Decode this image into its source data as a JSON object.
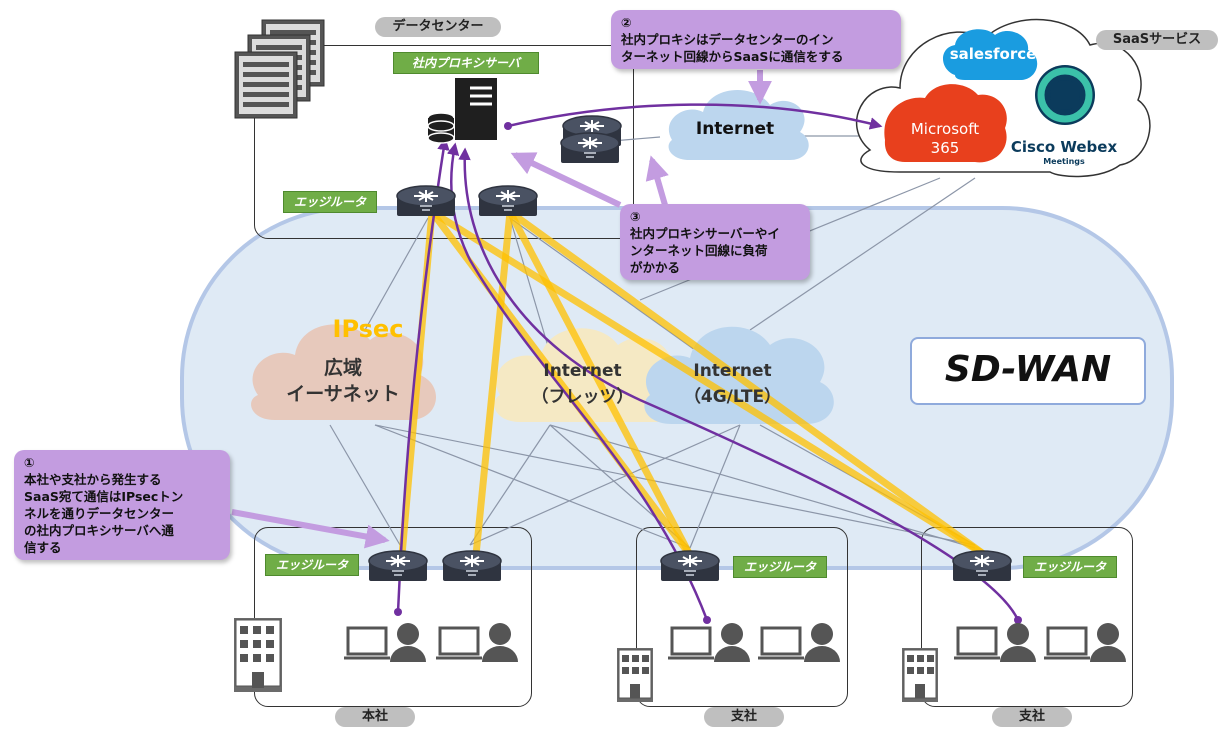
{
  "datacenter": {
    "label": "データセンター",
    "proxy_label": "社内プロキシサーバ",
    "edge_label": "エッジルータ"
  },
  "saas": {
    "label": "SaaSサービス",
    "salesforce": "salesforce",
    "microsoft": "Microsoft\n365",
    "webex": "Cisco Webex",
    "webex_sub": "Meetings"
  },
  "internet_top": "Internet",
  "ipsec": "IPsec",
  "clouds": {
    "wide_ethernet": "広域\nイーサネット",
    "flets": "Internet\n（フレッツ）",
    "lte": "Internet\n（4G/LTE）"
  },
  "sdwan": "SD-WAN",
  "callouts": {
    "c1": "①\n本社や支社から発生する\nSaaS宛て通信はIPsecトン\nネルを通りデータセンター\nの社内プロキシサーバへ通\n信する",
    "c2": "②\n社内プロキシはデータセンターのイン\nターネット回線からSaaSに通信をする",
    "c3": "③\n社内プロキシサーバーやイ\nンターネット回線に負荷\nがかかる"
  },
  "sites": [
    {
      "label": "本社",
      "edge_label": "エッジルータ"
    },
    {
      "label": "支社",
      "edge_label": "エッジルータ"
    },
    {
      "label": "支社",
      "edge_label": "エッジルータ"
    }
  ],
  "colors": {
    "purple": "#7030a0",
    "yellow": "#ffc000",
    "green": "#70ad47",
    "callout": "#c39ce0",
    "ms_red": "#e8401d",
    "sf_blue": "#1a9ce0"
  }
}
